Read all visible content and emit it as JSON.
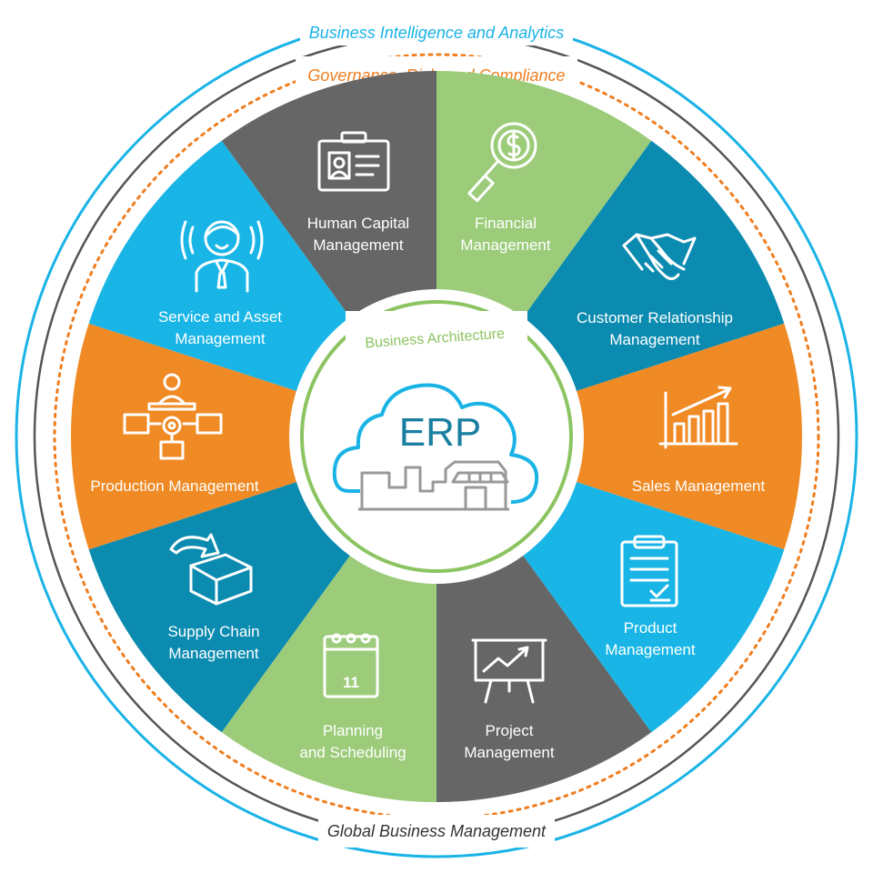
{
  "outer_ring": {
    "label": "Business Intelligence and Analytics",
    "color": "#1ab3e6"
  },
  "governance_ring": {
    "label": "Governance, Risk, and Compliance",
    "color": "#ef7d1f"
  },
  "bottom_ring": {
    "label": "Global Business Management",
    "color": "#555555"
  },
  "inner_ring": {
    "label": "Business Architecture",
    "color": "#8cc462"
  },
  "center": {
    "label": "ERP",
    "label_color": "#1a7fa0",
    "cloud_color": "#1ab3e6"
  },
  "segments": [
    {
      "line1": "Human Capital",
      "line2": "Management",
      "color": "#666666",
      "icon": "id-card-icon"
    },
    {
      "line1": "Financial",
      "line2": "Management",
      "color": "#9ccc7a",
      "icon": "magnifier-dollar-icon"
    },
    {
      "line1": "Customer Relationship",
      "line2": "Management",
      "color": "#0b8bb0",
      "icon": "handshake-icon"
    },
    {
      "line1": "Sales Management",
      "line2": "",
      "color": "#f08a25",
      "icon": "bar-chart-icon"
    },
    {
      "line1": "Product",
      "line2": "Management",
      "color": "#18b5e6",
      "icon": "clipboard-icon"
    },
    {
      "line1": "Project",
      "line2": "Management",
      "color": "#666666",
      "icon": "presentation-icon"
    },
    {
      "line1": "Planning",
      "line2": "and Scheduling",
      "color": "#9ccc7a",
      "icon": "calendar-icon"
    },
    {
      "line1": "Supply Chain",
      "line2": "Management",
      "color": "#0b8bb0",
      "icon": "box-arrow-icon"
    },
    {
      "line1": "Production Management",
      "line2": "",
      "color": "#f08a25",
      "icon": "flowchart-gear-icon"
    },
    {
      "line1": "Service and Asset",
      "line2": "Management",
      "color": "#18b5e6",
      "icon": "support-agent-icon"
    }
  ],
  "calendar_day": "11"
}
